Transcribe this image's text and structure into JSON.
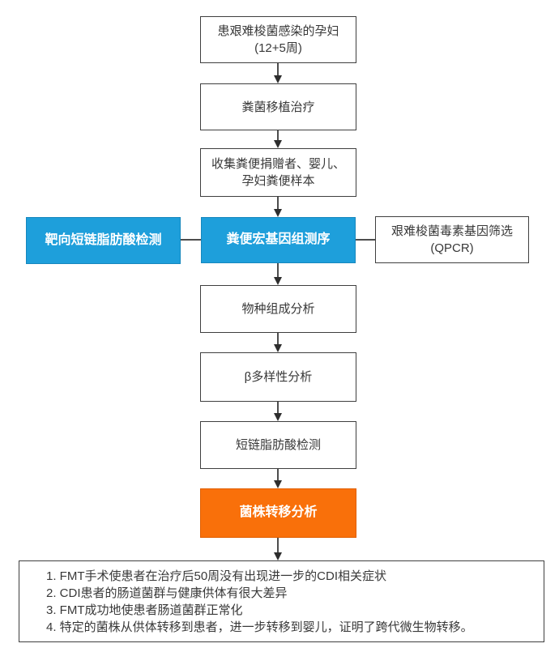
{
  "nodes": {
    "pregnant": {
      "label": "患艰难梭菌感染的孕妇\n(12+5周)"
    },
    "fmt": {
      "label": "粪菌移植治疗"
    },
    "collect": {
      "label": "收集粪便捐赠者、婴儿、\n孕妇粪便样本"
    },
    "target_scfa": {
      "label": "靶向短链脂肪酸检测"
    },
    "metagenome": {
      "label": "粪便宏基因组测序"
    },
    "qpcr": {
      "label": "艰难梭菌毒素基因筛选\n(QPCR)"
    },
    "species": {
      "label": "物种组成分析"
    },
    "beta": {
      "label": "β多样性分析"
    },
    "scfa": {
      "label": "短链脂肪酸检测"
    },
    "strain": {
      "label": "菌株转移分析"
    }
  },
  "conclusions": {
    "lines": [
      "1. FMT手术使患者在治疗后50周没有出现进一步的CDI相关症状",
      "2. CDI患者的肠道菌群与健康供体有很大差异",
      "3. FMT成功地使患者肠道菌群正常化",
      "4. 特定的菌株从供体转移到患者，进一步转移到婴儿，证明了跨代微生物转移。"
    ]
  },
  "colors": {
    "highlight_blue": "#1e9fdb",
    "highlight_orange": "#f9700a",
    "box_border": "#3f3f3f",
    "connector_line": "#4d4d4d"
  }
}
